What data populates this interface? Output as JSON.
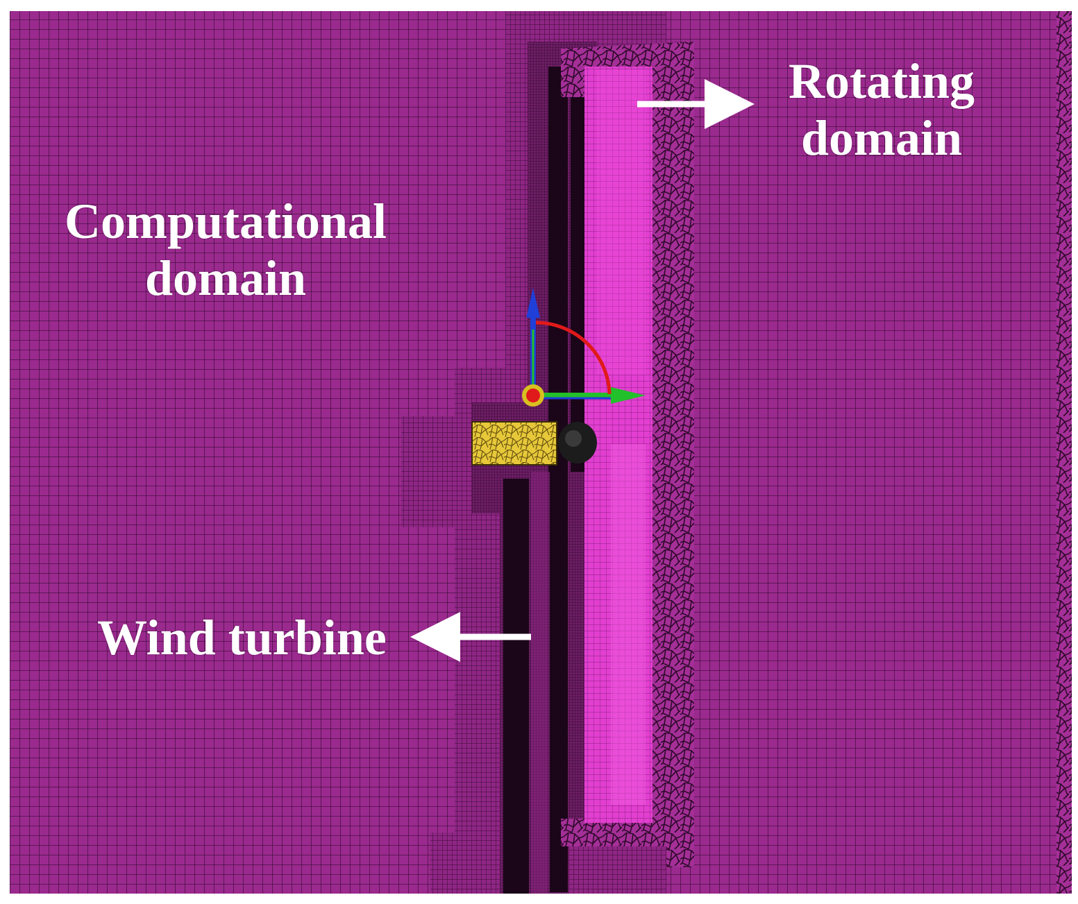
{
  "labels": {
    "computational_line1": "Computational",
    "computational_line2": "domain",
    "rotating_line1": "Rotating",
    "rotating_line2": "domain",
    "wind_turbine": "Wind turbine"
  },
  "colors": {
    "background_mesh": "#9a2a8e",
    "grid_line": "#3a0b36",
    "rotating_core": "#e23fd0",
    "refinement_dark": "#1a0618",
    "nacelle": "#e6c83a",
    "axis_x": "#22c02a",
    "axis_y": "#1f3fd8",
    "axis_arc": "#e01a1a",
    "text": "#ffffff",
    "border": "#ffffff"
  },
  "icons": [
    "arrow-right-icon",
    "arrow-left-icon",
    "coordinate-axes-icon"
  ]
}
